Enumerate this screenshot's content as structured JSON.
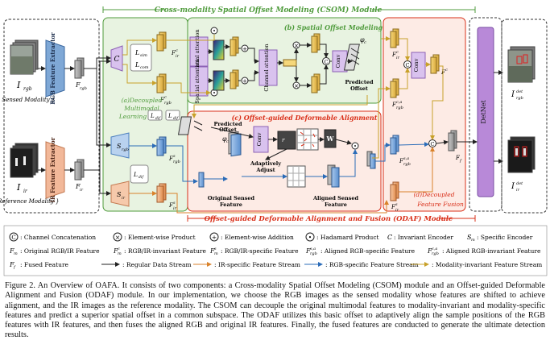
{
  "module_titles": {
    "csom": "Cross-modality Spatial Offset Modeling (CSOM) Module",
    "odaf": "Offset-guided Deformable Alignment and Fusion (ODAF) Module",
    "spatial_offset_modeling": "(b) Spatial Offset Modeling",
    "decoupled_learning": "(a)Decoupled Multimodal Learning",
    "offset_guided_alignment": "(c) Offset-guided Deformable Alignment",
    "decoupled_fusion": "(d)Decoupled Feature Fusion"
  },
  "blocks": {
    "rgb_extractor": "RGB Feature Extractor",
    "ir_extractor": "IR Feature Extractor",
    "spatial_attention": "Spatial attention",
    "channel_attention": "Channel attention",
    "conv": "Conv",
    "detnet": "DetNet",
    "predicted_offset": "Predicted Offset",
    "adaptively_adjust": "Adaptively Adjust",
    "original_sensed_feature": "Original Sensed Feature",
    "aligned_sensed_feature": "Aligned Sensed Feature"
  },
  "inputs": {
    "rgb_name": "I",
    "rgb_sub": "rgb",
    "rgb_note": "{ Sensed Modality }",
    "ir_name": "I",
    "ir_sub": "ir",
    "ir_note": "{ Reference Modality }"
  },
  "symbols": {
    "f_rgb": "F",
    "f_ir": "F",
    "c": "C",
    "s_rgb": "S",
    "s_ir": "S",
    "l_sim": "L",
    "l_com": "L",
    "l_dif": "L",
    "phi": "φ",
    "w": "W",
    "f_fused": "F"
  },
  "legend": [
    {
      "symbol": "C",
      "text": ": Channel Concatenation"
    },
    {
      "symbol": "×",
      "text": ": Element-wise Product"
    },
    {
      "symbol": "+",
      "text": ": Element-wise Addition"
    },
    {
      "symbol": "•",
      "text": ": Hadamard Product"
    },
    {
      "symbol": "C",
      "text": ": Invariant Encoder"
    },
    {
      "symbol": "S",
      "text": ": Specific Encoder"
    },
    {
      "symbol": "F",
      "text": ": Original RGB/IR Feature"
    },
    {
      "symbol": "Fc",
      "text": ": RGB/IR-invariant Feature"
    },
    {
      "symbol": "Fs",
      "text": ": RGB/IR-specific Feature"
    },
    {
      "symbol": "Fs,a",
      "text": ": Aligned RGB-specific Feature"
    },
    {
      "symbol": "Fc,a",
      "text": ": Aligned RGB-invariant Feature"
    },
    {
      "symbol": "Ff",
      "text": ": Fused Feature"
    },
    {
      "symbol": "→",
      "text": ": Regular Data Stream"
    },
    {
      "symbol": "→",
      "text": ": IR-specific Feature Stream"
    },
    {
      "symbol": "→",
      "text": ": RGB-specific Feature Stream"
    },
    {
      "symbol": "→",
      "text": ": Modality-invariant Feature Stream"
    }
  ],
  "caption": "Figure 2. An Overview of OAFA. It consists of two components: a Cross-modality Spatial Offset Modeling (CSOM) module and an Offset-guided Deformable Alignment and Fusion (ODAF) module. In our implementation, we choose the RGB images as the sensed modality whose features are shifted to achieve alignment, and the IR images as the reference modality. The CSOM can decouple the original multimodal features to modality-invariant and modality-specific features and predict a superior spatial offset in a common subspace. The ODAF utilizes this basic offset to adaptively align the sample positions of the RGB features with IR features, and then fuses the aligned RGB and original IR features. Finally, the fused features are conducted to generate the ultimate detection results.",
  "colors": {
    "green": "#4f9b3c",
    "red": "#d9301a",
    "blue": "#2b6cb8",
    "orange": "#d9822b",
    "purple": "#b889d8",
    "csom_bg": "#e8f3e1",
    "odaf_bg": "#fdebe5"
  }
}
